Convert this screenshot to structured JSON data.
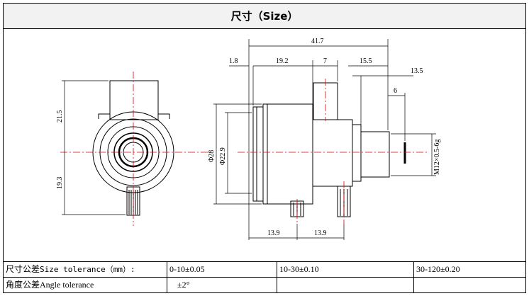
{
  "title": "尺寸（Size）",
  "dimensions": {
    "overall_length": "41.7",
    "d_1_8": "1.8",
    "d_19_2": "19.2",
    "d_7": "7",
    "d_15_5": "15.5",
    "d_13_5": "13.5",
    "d_6": "6",
    "d_21_5": "21.5",
    "d_19_3": "19.3",
    "dia_28": "Φ28",
    "dia_22_9": "Φ22.9",
    "thread": "M12×0.5-6g",
    "d_13_9_a": "13.9",
    "d_13_9_b": "13.9"
  },
  "tolerance_table": {
    "size_label_cn": "尺寸公差",
    "size_label_en": "Size tolerance（mm）:",
    "size_ranges": [
      "0-10±0.05",
      "10-30±0.10",
      "30-120±0.20"
    ],
    "angle_label_cn": "角度公差",
    "angle_label_en": "Angle tolerance",
    "angle_value": "±2°"
  }
}
